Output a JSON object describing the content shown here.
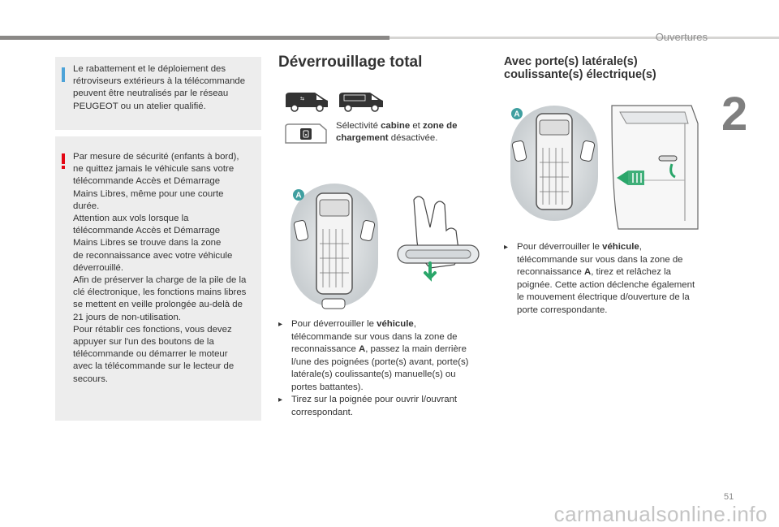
{
  "header": {
    "section": "Ouvertures",
    "chapter": "2",
    "page_number": "51"
  },
  "info_box": {
    "text": "Le rabattement et le déploiement des\nrétroviseurs extérieurs à la télécommande\npeuvent être neutralisés par le réseau\nPEUGEOT ou un atelier qualifié."
  },
  "warning_box": {
    "text": "Par mesure de sécurité (enfants à bord),\nne quittez jamais le véhicule sans votre\ntélécommande Accès et Démarrage\nMains Libres, même pour une courte\ndurée.\nAttention aux vols lorsque la\ntélécommande Accès et Démarrage\nMains Libres se trouve dans la zone\nde reconnaissance avec votre véhicule\ndéverrouillé.\nAfin de préserver la charge de la pile de la\nclé électronique, les fonctions mains libres\nse mettent en veille prolongée au-delà de\n21 jours de non-utilisation.\nPour rétablir ces fonctions, vous devez\nappuyer sur l'un des boutons de la\ntélécommande ou démarrer le moteur\navec la télécommande sur le lecteur de\nsecours."
  },
  "middle": {
    "title": "Déverrouillage total",
    "selectivity": {
      "prefix": "Sélectivité ",
      "bold1": "cabine",
      "mid": " et ",
      "bold2": "zone de chargement",
      "suffix": " désactivée."
    },
    "zone_label": "A",
    "bullets": [
      {
        "pre": "Pour déverrouiller le ",
        "bold": "véhicule",
        "post": ",\ntélécommande sur vous dans la zone de\nreconnaissance ",
        "bold2": "A",
        "post2": ", passez la main derrière\nl/une des poignées (porte(s) avant, porte(s)\nlatérale(s) coulissante(s) manuelle(s) ou\nportes battantes)."
      },
      {
        "pre": "Tirez sur la poignée pour ouvrir l/ouvrant\ncorrespondant."
      }
    ]
  },
  "right": {
    "title": "Avec porte(s) latérale(s)\ncoulissante(s) électrique(s)",
    "zone_label": "A",
    "bullets": [
      {
        "pre": "Pour déverrouiller le ",
        "bold": "véhicule",
        "post": ",\ntélécommande sur vous dans la zone de\nreconnaissance ",
        "bold2": "A",
        "post2": ", tirez et relâchez la\npoignée. Cette action déclenche également\nle mouvement électrique d/ouverture de la\nporte correspondante."
      }
    ]
  },
  "colors": {
    "accent_blue": "#4da3d8",
    "warning_red": "#e30613",
    "arrow_green": "#2aa66a",
    "zone_teal": "#3f9fa0"
  }
}
